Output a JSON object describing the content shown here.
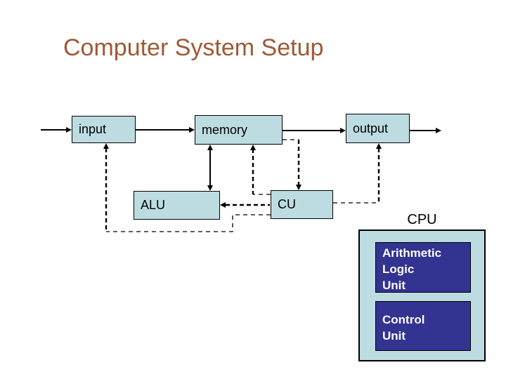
{
  "title": "Computer System Setup",
  "boxes": {
    "input": "input",
    "memory": "memory",
    "output": "output",
    "alu": "ALU",
    "cu": "CU"
  },
  "cpu": {
    "label": "CPU",
    "alu_unit": "Arithmetic\nLogic\nUnit",
    "control_unit": "Control\nUnit"
  },
  "colors": {
    "background": "#ffffff",
    "node_fill": "#bcdce1",
    "unit_fill": "#333392",
    "title_text": "#9e5936",
    "unit_text": "#ffffff",
    "line": "#000000"
  },
  "edges": [
    {
      "from": "external-left",
      "to": "input",
      "style": "solid",
      "arrow": "into input"
    },
    {
      "from": "input",
      "to": "memory",
      "style": "solid",
      "arrow": "into memory"
    },
    {
      "from": "memory",
      "to": "output",
      "style": "solid",
      "arrow": "into output"
    },
    {
      "from": "output",
      "to": "external-right",
      "style": "solid",
      "arrow": "outward"
    },
    {
      "from": "memory",
      "to": "alu",
      "style": "solid",
      "arrow": "both ends"
    },
    {
      "from": "cu",
      "to": "alu",
      "style": "dashed",
      "arrow": "into alu"
    },
    {
      "from": "cu",
      "to": "memory",
      "style": "dashed",
      "arrow": "into memory"
    },
    {
      "from": "memory",
      "to": "cu",
      "style": "dashed",
      "arrow": "into cu"
    },
    {
      "from": "cu",
      "to": "output",
      "style": "dashed",
      "arrow": "into output"
    },
    {
      "from": "cu",
      "to": "input",
      "style": "dashed",
      "arrow": "into input"
    }
  ]
}
